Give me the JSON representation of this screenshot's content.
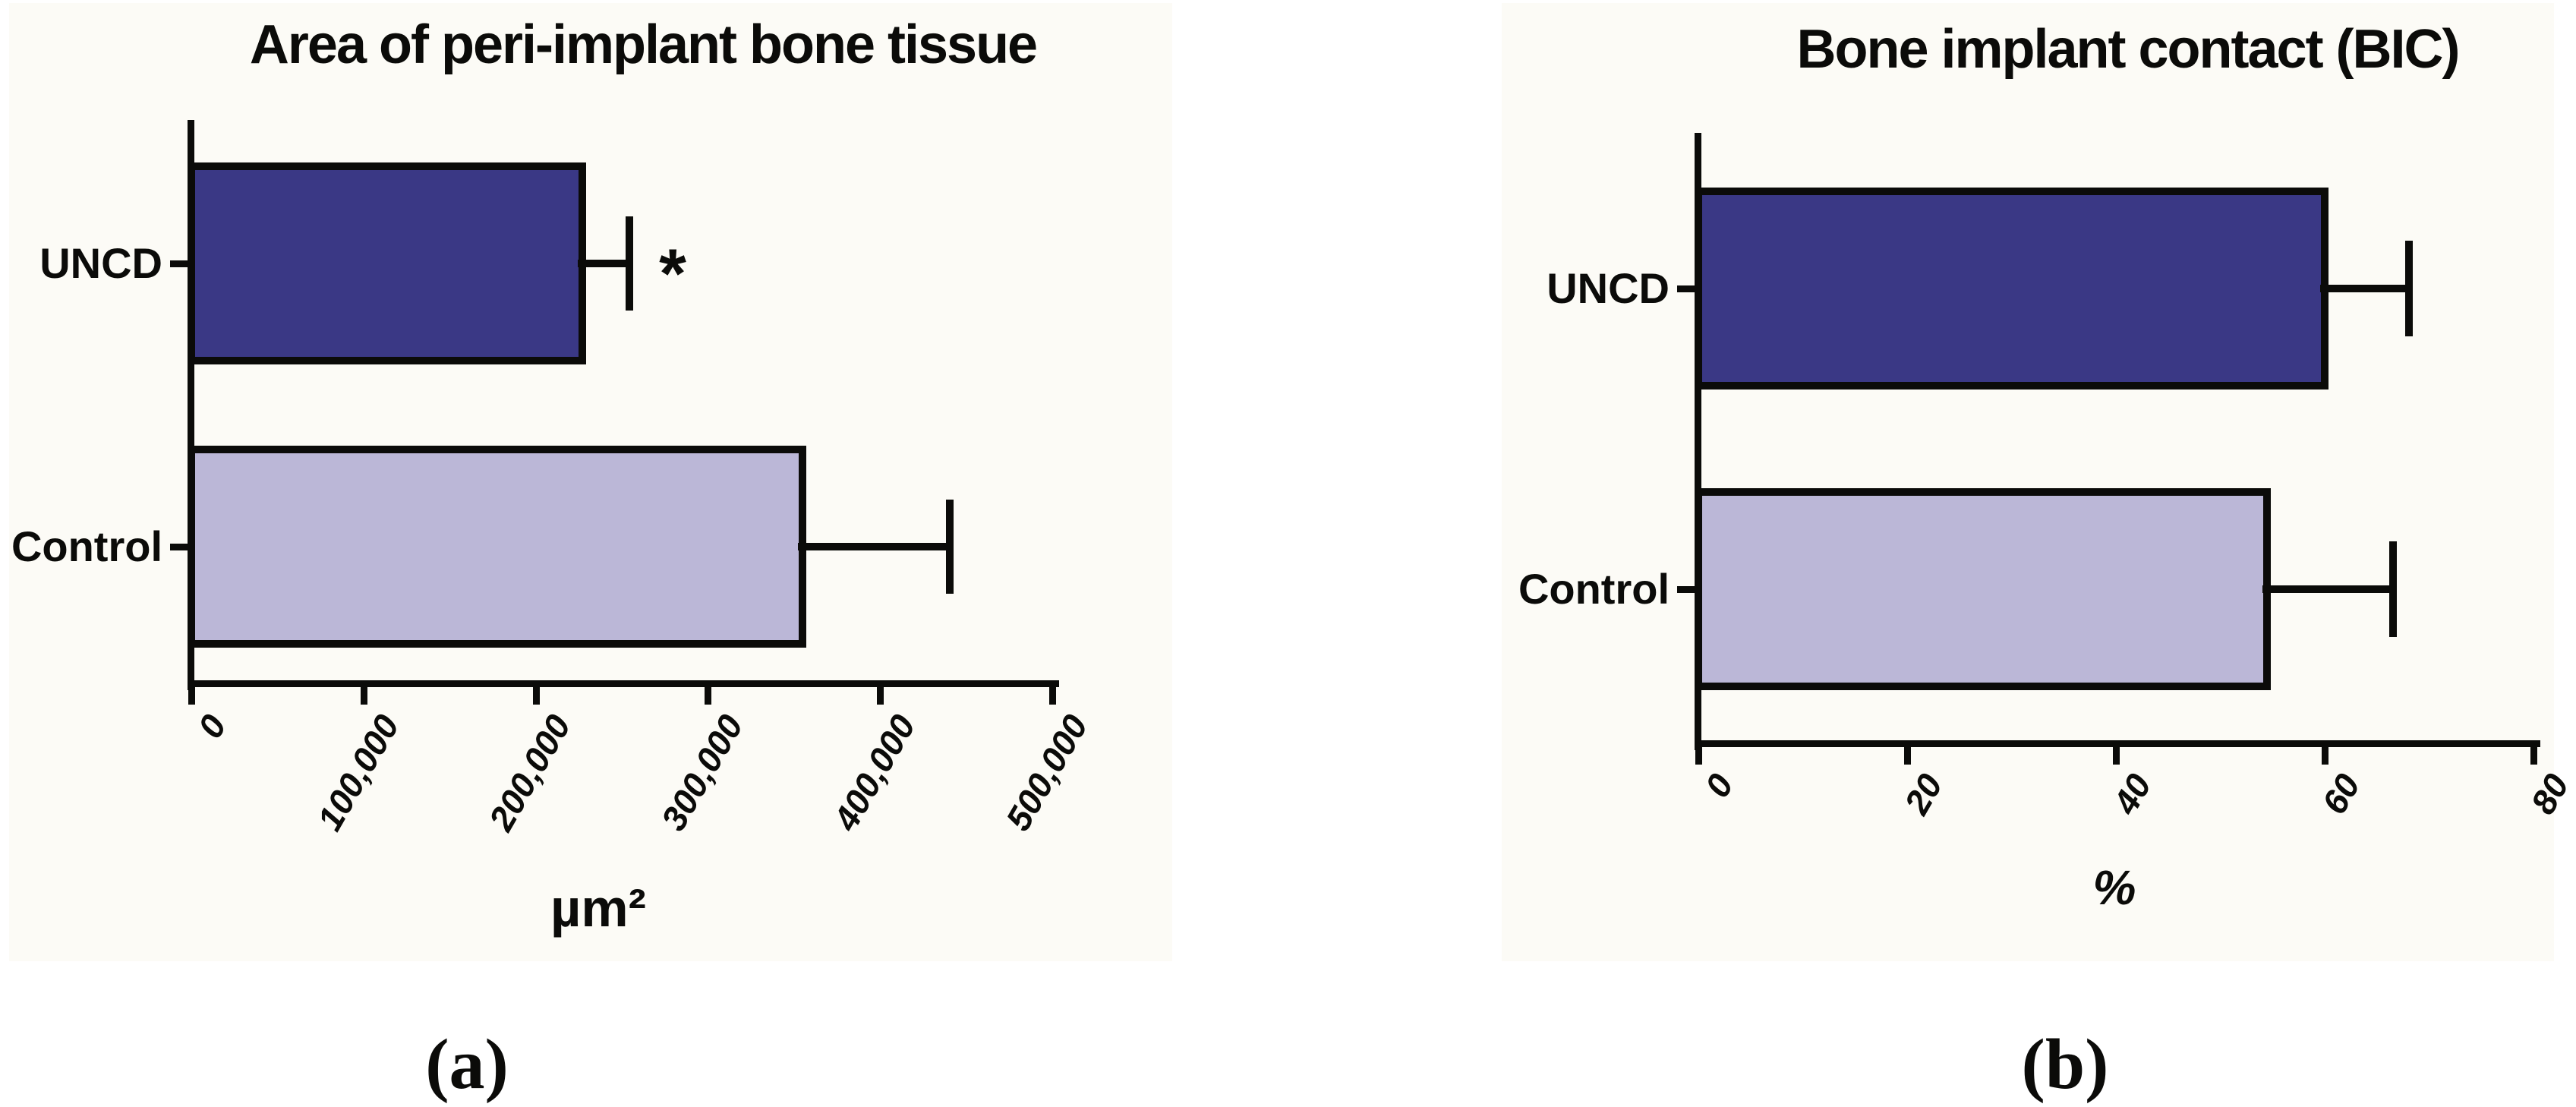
{
  "figure": {
    "description": "Two-panel horizontal bar chart figure comparing UNCD-coated implants vs Control",
    "panel_background": "#fcfbf6",
    "page_background": "#ffffff"
  },
  "colors": {
    "bar_dark": "#3a3885",
    "bar_light": "#bbb7d7",
    "line_black": "#0b0b09"
  },
  "chart_data": [
    {
      "id": "a",
      "type": "bar",
      "orientation": "horizontal",
      "title": "Area of peri-implant bone tissue",
      "categories": [
        "UNCD",
        "Control"
      ],
      "values": [
        227000,
        355000
      ],
      "errors_plus": [
        27000,
        85000
      ],
      "bar_colors": [
        "#3a3885",
        "#bbb7d7"
      ],
      "xlabel": "µm²",
      "xlim": [
        0,
        500000
      ],
      "xticks": [
        0,
        100000,
        200000,
        300000,
        400000,
        500000
      ],
      "xtick_labels": [
        "0",
        "100,000",
        "200,000",
        "300,000",
        "400,000",
        "500,000"
      ],
      "grid": false,
      "legend": "none",
      "annotations": [
        {
          "text": "*",
          "category": "UNCD"
        }
      ],
      "caption": "(a)"
    },
    {
      "id": "b",
      "type": "bar",
      "orientation": "horizontal",
      "title": "Bone implant contact (BIC)",
      "categories": [
        "UNCD",
        "Control"
      ],
      "values": [
        60,
        54.5
      ],
      "errors_plus": [
        8,
        12
      ],
      "bar_colors": [
        "#3a3885",
        "#bbb7d7"
      ],
      "xlabel": "%",
      "xlim": [
        0,
        80
      ],
      "xticks": [
        0,
        20,
        40,
        60,
        80
      ],
      "xtick_labels": [
        "0",
        "20",
        "40",
        "60",
        "80"
      ],
      "grid": false,
      "legend": "none",
      "annotations": [],
      "caption": "(b)"
    }
  ]
}
